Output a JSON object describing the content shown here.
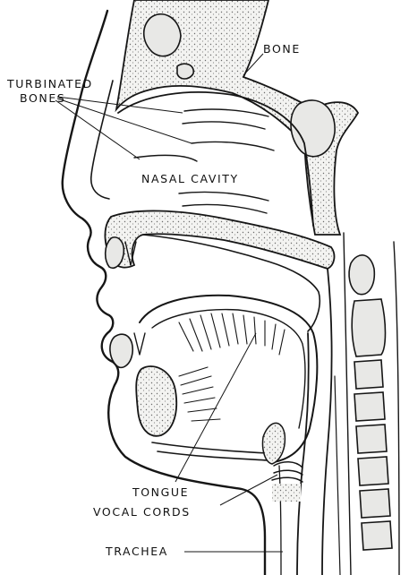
{
  "labels": {
    "bone": "BONE",
    "turbinated_line1": "TURBINATED",
    "turbinated_line2": "BONES",
    "nasal_cavity": "NASAL CAVITY",
    "tongue": "TONGUE",
    "vocal_cords": "VOCAL CORDS",
    "trachea": "TRACHEA"
  },
  "colors": {
    "ink": "#161616",
    "bone_stipple": "#e8e8e6",
    "background": "#ffffff"
  }
}
